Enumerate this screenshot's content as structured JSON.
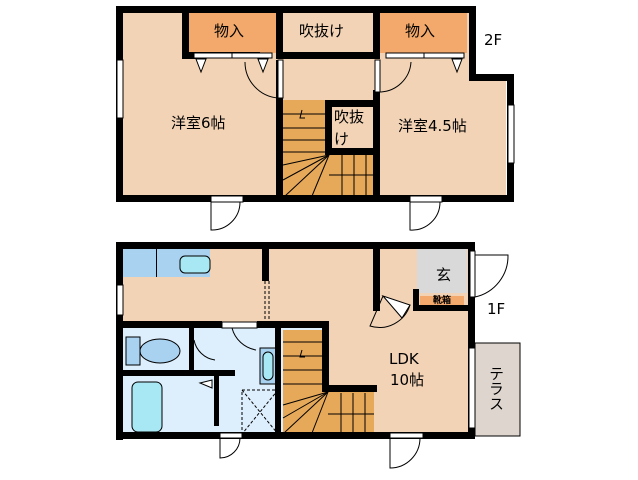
{
  "floor2": {
    "label": "2F",
    "rooms": {
      "storage_left": "物入",
      "void_top": "吹抜け",
      "storage_right": "物入",
      "western_room_large": "洋室6帖",
      "void_stair": "吹抜",
      "void_stair_2": "け",
      "western_room_small": "洋室4.5帖"
    }
  },
  "floor1": {
    "label": "1F",
    "rooms": {
      "entrance": "玄",
      "shoe_box": "靴箱",
      "ldk": "LDK",
      "ldk_size": "10帖",
      "terrace": "テラス"
    }
  },
  "colors": {
    "room": "#f2d3b6",
    "storage": "#f2a96b",
    "stairs": "#e6a95a",
    "water": "#ddeefc",
    "fixture": "#a8e8f5",
    "entrance": "#d9d9d9",
    "terrace": "#ded6ce",
    "wall": "#000000"
  }
}
